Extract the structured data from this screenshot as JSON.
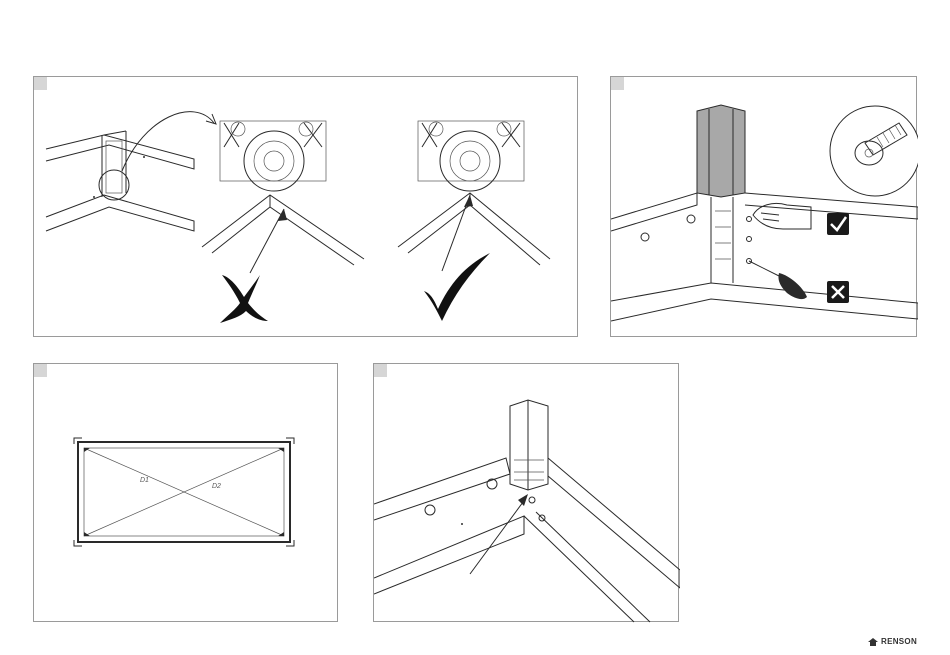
{
  "colors": {
    "panel_border": "#9a9a9a",
    "step_marker": "#d6d6d6",
    "ink": "#2a2a2a",
    "post_fill": "#a8a8a8",
    "check_box": "#1a1a1a"
  },
  "panels": [
    {
      "id": "panel-1",
      "icons": [
        "wrong-cross-icon",
        "correct-check-icon",
        "curved-arrow-icon"
      ]
    },
    {
      "id": "panel-2",
      "icons": [
        "hand-icon",
        "screwdriver-icon",
        "check-box-icon",
        "cross-box-icon",
        "bolt-detail-icon"
      ]
    },
    {
      "id": "panel-3",
      "diagonals": [
        "D1",
        "D2"
      ]
    },
    {
      "id": "panel-4",
      "icons": [
        "pointer-arrow-icon"
      ]
    }
  ],
  "brand": {
    "name": "RENSON"
  }
}
